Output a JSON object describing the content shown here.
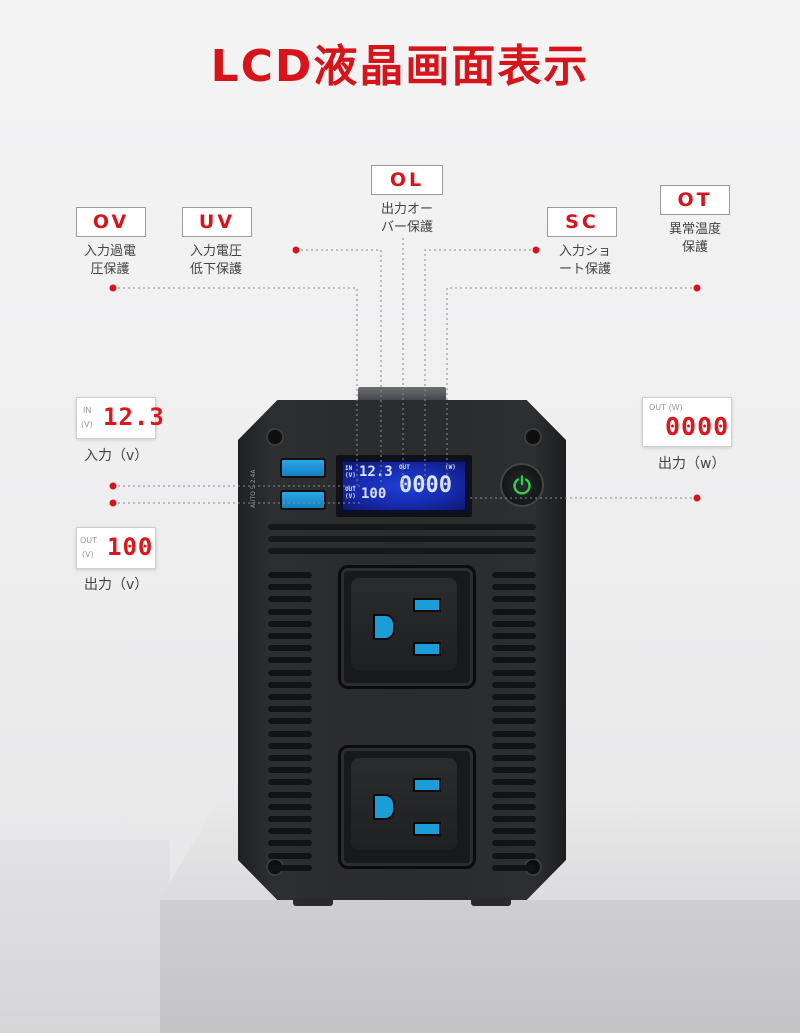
{
  "title": "LCD液晶画面表示",
  "protections": [
    {
      "code": "OV",
      "desc_line1": "入力過電",
      "desc_line2": "圧保護"
    },
    {
      "code": "UV",
      "desc_line1": "入力電圧",
      "desc_line2": "低下保護"
    },
    {
      "code": "OL",
      "desc_line1": "出力オー",
      "desc_line2": "バー保護"
    },
    {
      "code": "SC",
      "desc_line1": "入力ショ",
      "desc_line2": "ート保護"
    },
    {
      "code": "OT",
      "desc_line1": "異常温度",
      "desc_line2": "保護"
    }
  ],
  "readouts": {
    "input_v": {
      "prefix_top": "IN",
      "prefix_bottom": "(V)",
      "value": "12.3",
      "caption": "入力（v）"
    },
    "output_v": {
      "prefix_top": "OUT",
      "prefix_bottom": "(V)",
      "value": "100",
      "caption": "出力（v）"
    },
    "output_w": {
      "prefix_top": "OUT (W)",
      "value": "0000",
      "caption": "出力（w）"
    }
  },
  "device": {
    "usb_label": "AUTO 5-2.4A",
    "lcd": {
      "in_label": "IN",
      "in_unit": "(V)",
      "in_value": "12.3",
      "out_label": "OUT",
      "out_unit": "(V)",
      "out_value": "100",
      "w_label": "OUT",
      "w_unit": "(W)",
      "w_value": "0000"
    }
  },
  "colors": {
    "accent": "#d8141b",
    "lcd_blue": "#1e3fd9",
    "usb_blue": "#1b9ed8",
    "power_green": "#2fd14a"
  }
}
